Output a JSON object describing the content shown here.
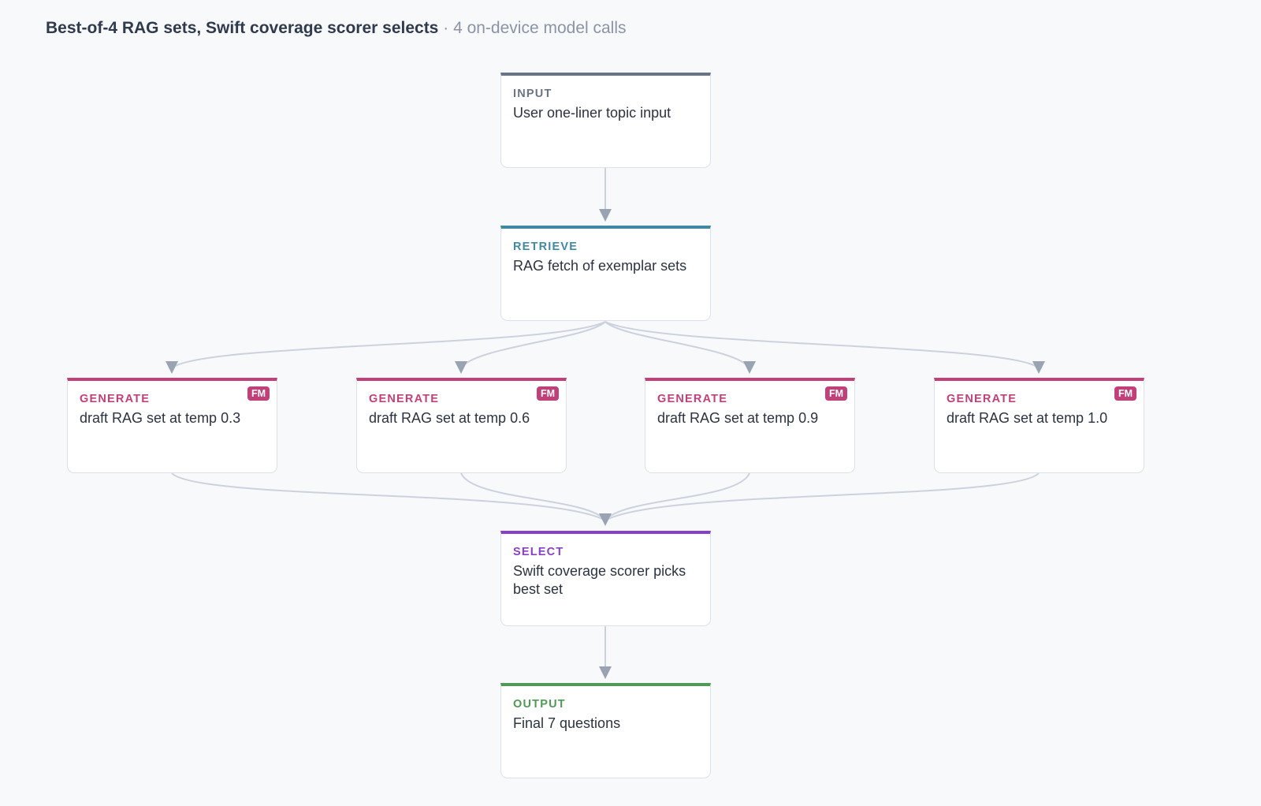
{
  "header": {
    "title": "Best-of-4 RAG sets, Swift coverage scorer selects",
    "separator": "·",
    "subtitle": "4 on-device model calls"
  },
  "colors": {
    "input": "#6b7485",
    "retrieve": "#3f8aa0",
    "generate": "#c2407a",
    "select": "#8a3fc7",
    "output": "#4f9a56",
    "edge_stroke": "#ccd2dd",
    "arrow_fill": "#9aa3b2"
  },
  "nodes": {
    "input": {
      "kind": "INPUT",
      "text": "User one-liner topic input"
    },
    "retrieve": {
      "kind": "RETRIEVE",
      "text": "RAG fetch of exemplar sets"
    },
    "generate": [
      {
        "kind": "GENERATE",
        "badge": "FM",
        "text": "draft RAG set at temp 0.3"
      },
      {
        "kind": "GENERATE",
        "badge": "FM",
        "text": "draft RAG set at temp 0.6"
      },
      {
        "kind": "GENERATE",
        "badge": "FM",
        "text": "draft RAG set at temp 0.9"
      },
      {
        "kind": "GENERATE",
        "badge": "FM",
        "text": "draft RAG set at temp 1.0"
      }
    ],
    "select": {
      "kind": "SELECT",
      "text": "Swift coverage scorer picks best set"
    },
    "output": {
      "kind": "OUTPUT",
      "text": "Final 7 questions"
    }
  }
}
